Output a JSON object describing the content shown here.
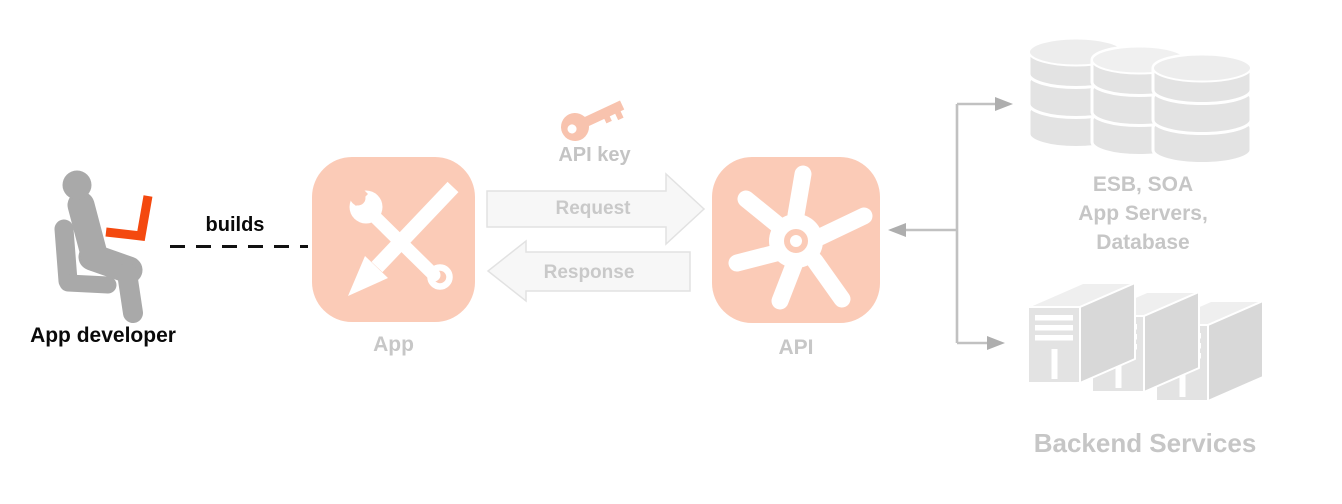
{
  "nodes": {
    "developer": {
      "label": "App developer",
      "icon": "person-at-laptop-icon"
    },
    "builds": {
      "label": "builds"
    },
    "app": {
      "label": "App",
      "icon": "wrench-pencil-icon"
    },
    "api_key": {
      "label": "API key",
      "icon": "key-icon"
    },
    "request": {
      "label": "Request"
    },
    "response": {
      "label": "Response"
    },
    "api": {
      "label": "API",
      "icon": "turbine-gear-icon"
    },
    "backend_systems": {
      "lines": [
        "ESB, SOA",
        "App Servers,",
        "Database"
      ],
      "icon": "database-cylinders-icon"
    },
    "backend_services": {
      "label": "Backend Services",
      "icon": "server-towers-icon"
    }
  },
  "colors": {
    "accent_salmon": "#FBCBB7",
    "key_salmon": "#F8C3AE",
    "laptop_orange": "#F4490F",
    "figure_gray": "#A9A9A9",
    "muted_label_gray": "#C7C7C7",
    "shape_gray": "#E3E3E3",
    "arrow_fill": "#F7F7F7",
    "arrow_border": "#E2E2E2",
    "connector_gray": "#C1C1C1",
    "text_black": "#000000"
  }
}
